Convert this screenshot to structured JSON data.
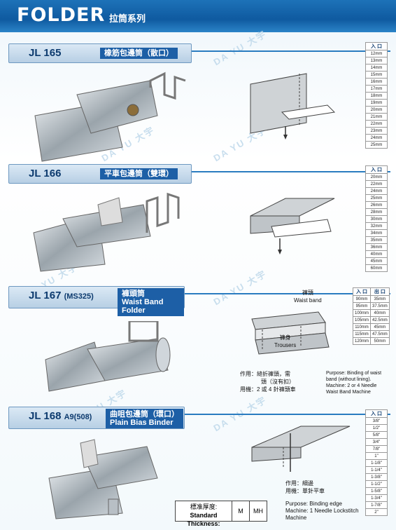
{
  "header": {
    "title": "FOLDER",
    "subtitle": "拉筒系列"
  },
  "watermark": "DA YU 大宇",
  "sections": [
    {
      "code": "JL 165",
      "code_suffix": "",
      "name": "橡筋包邊筒（散口）",
      "name_en": "",
      "table_header": "入 口",
      "sizes": [
        "12mm",
        "13mm",
        "14mm",
        "15mm",
        "16mm",
        "17mm",
        "18mm",
        "19mm",
        "20mm",
        "21mm",
        "22mm",
        "23mm",
        "24mm",
        "25mm"
      ]
    },
    {
      "code": "JL 166",
      "code_suffix": "",
      "name": "平車包邊筒（雙環）",
      "name_en": "",
      "table_header": "入 口",
      "sizes": [
        "20mm",
        "22mm",
        "24mm",
        "25mm",
        "26mm",
        "28mm",
        "30mm",
        "32mm",
        "34mm",
        "35mm",
        "36mm",
        "40mm",
        "45mm",
        "60mm"
      ]
    },
    {
      "code": "JL 167",
      "code_suffix": "(MS325)",
      "name": "褲頭筒",
      "name_en": "Waist Band Folder",
      "table_headers": [
        "入 口",
        "出 口"
      ],
      "sizes_in": [
        "90mm",
        "95mm",
        "100mm",
        "105mm",
        "110mm",
        "115mm",
        "120mm"
      ],
      "sizes_out": [
        "35mm",
        "37.5mm",
        "40mm",
        "42.5mm",
        "45mm",
        "47.5mm",
        "50mm"
      ],
      "diagram_labels": {
        "waist_cn": "褲頭",
        "waist_en": "Waist band",
        "trousers_cn": "褲身",
        "trousers_en": "Trousers"
      },
      "usage_cn": [
        "作用：縫折褲頭，需",
        "頭（沒有扣）",
        "用機：2 或 4 針褲頭車"
      ],
      "purpose_label": "Purpose:",
      "purpose": "Binding of waist band (without lining).",
      "machine_label": "Machine:",
      "machine": "2 or 4 Needle Waist Band Machine"
    },
    {
      "code": "JL 168",
      "code_suffix": "A9(508)",
      "name": "曲咀包邊筒（環口）",
      "name_en": "Plain Bias Binder",
      "table_header": "入 口",
      "sizes": [
        "3/8\"",
        "1/2\"",
        "5/8\"",
        "3/4\"",
        "7/8\"",
        "1\"",
        "1-1/8\"",
        "1-1/4\"",
        "1-3/8\"",
        "1-1/2\"",
        "1-5/8\"",
        "1-3/4\"",
        "1-7/8\"",
        "2\""
      ],
      "usage_cn": [
        "作用：細邊",
        "用機：單針平車"
      ],
      "purpose_label": "Purpose:",
      "purpose": "Binding edge",
      "machine_label": "Machine:",
      "machine": "1 Needle Lockstitch Machine"
    }
  ],
  "thickness": {
    "label_cn": "標准厚度:",
    "label_en": "Standard Thickness:",
    "values": [
      "M",
      "MH"
    ]
  }
}
